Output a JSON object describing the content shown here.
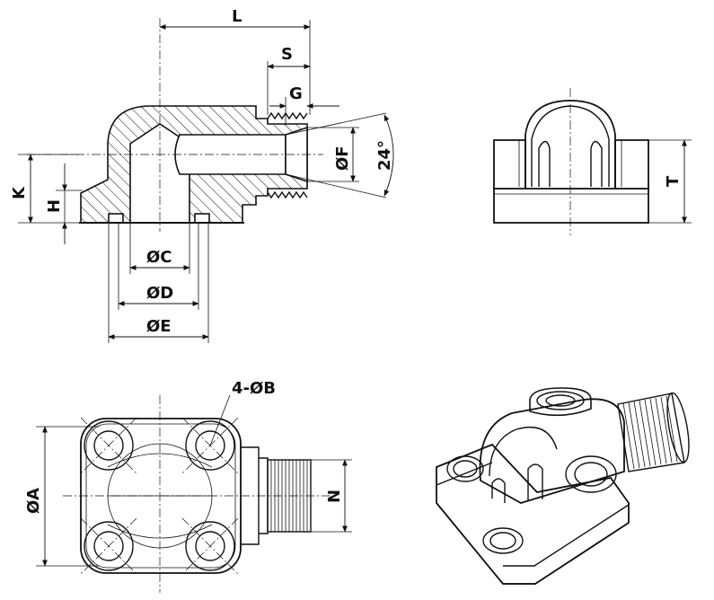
{
  "labels": {
    "L": "L",
    "S": "S",
    "G": "G",
    "K": "K",
    "H": "H",
    "F": "ØF",
    "angle": "24°",
    "C": "ØC",
    "D": "ØD",
    "E": "ØE",
    "T": "T",
    "B": "4-ØB",
    "A": "ØA",
    "N": "N"
  }
}
